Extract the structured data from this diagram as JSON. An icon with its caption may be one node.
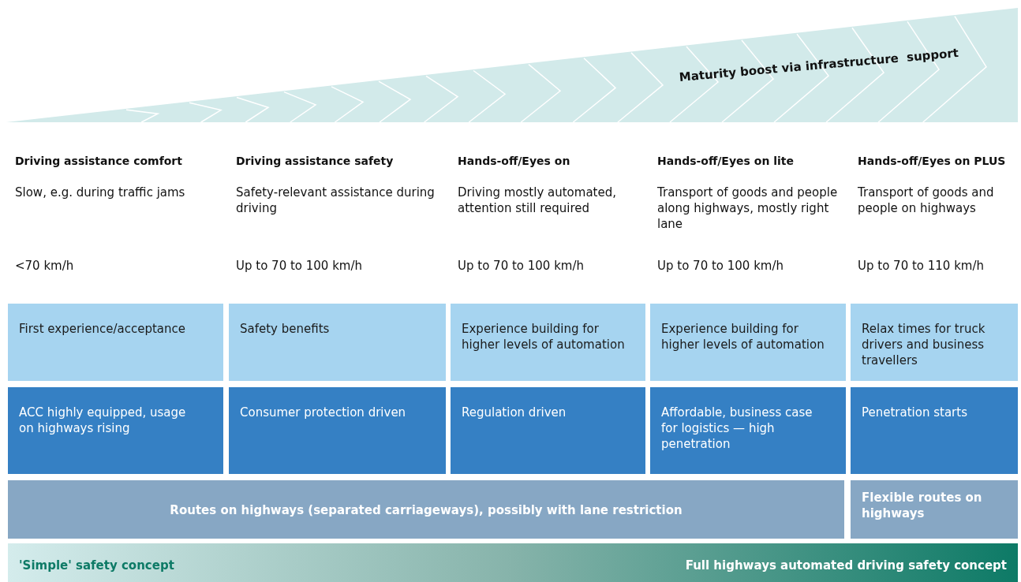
{
  "diagram": {
    "nodes": [
      {
        "text": [
          "Maturity boost via infrastructure  support"
        ]
      },
      {
        "text": [
          "First experience/acceptance"
        ]
      },
      {
        "text": [
          "Safety benefits"
        ]
      },
      {
        "text": [
          "Experience building for higher levels of automation"
        ]
      },
      {
        "text": [
          "Experience building for higher levels of automation"
        ]
      },
      {
        "text": [
          "Relax times for truck drivers and business travellers"
        ]
      },
      {
        "text": [
          "ACC highly equipped, usage on highways rising"
        ]
      },
      {
        "text": [
          "Consumer protection driven"
        ]
      },
      {
        "text": [
          "Regulation driven"
        ]
      },
      {
        "text": [
          "Affordable, business case for logistics — high penetration"
        ]
      },
      {
        "text": [
          "Penetration starts"
        ]
      },
      {
        "text": [
          "Routes on highways (separated carriageways), possibly with lane restriction"
        ]
      },
      {
        "text": [
          "Flexible routes on highways"
        ]
      },
      {
        "text": [
          "'Simple' safety concept",
          "Full highways automated driving safety concept"
        ]
      }
    ],
    "edges": [],
    "labels": [
      "Driving assistance comfort",
      "Driving assistance safety",
      "Hands-off/Eyes on",
      "Hands-off/Eyes on lite",
      "Hands-off/Eyes on PLUS",
      "Slow, e.g. during traffic jams",
      "Safety-relevant assistance during driving",
      "Driving mostly automated, attention still required",
      "Transport of goods and people along highways, mostly right lane",
      "Transport of goods and people on highways",
      "<70 km/h",
      "Up to 70 to 100 km/h",
      "Up to 70 to 100 km/h",
      "Up to 70 to 100 km/h",
      "Up to 70 to 110 km/h"
    ]
  }
}
